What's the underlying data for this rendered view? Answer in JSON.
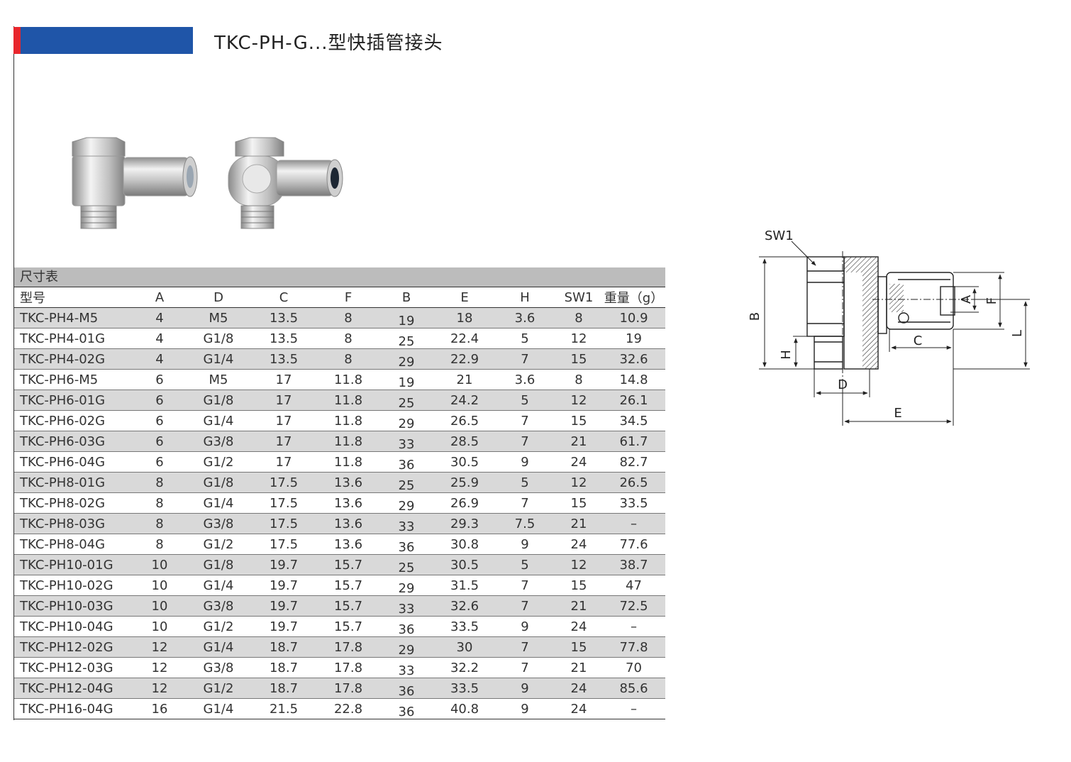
{
  "header": {
    "title": "TKC-PH-G...型快插管接头"
  },
  "table": {
    "caption": "尺寸表",
    "columns": [
      "型号",
      "A",
      "D",
      "C",
      "F",
      "B",
      "E",
      "H",
      "SW1",
      "重量（g）"
    ],
    "rows": [
      [
        "TKC-PH4-M5",
        "4",
        "M5",
        "13.5",
        "8",
        "19",
        "18",
        "3.6",
        "8",
        "10.9"
      ],
      [
        "TKC-PH4-01G",
        "4",
        "G1/8",
        "13.5",
        "8",
        "25",
        "22.4",
        "5",
        "12",
        "19"
      ],
      [
        "TKC-PH4-02G",
        "4",
        "G1/4",
        "13.5",
        "8",
        "29",
        "22.9",
        "7",
        "15",
        "32.6"
      ],
      [
        "TKC-PH6-M5",
        "6",
        "M5",
        "17",
        "11.8",
        "19",
        "21",
        "3.6",
        "8",
        "14.8"
      ],
      [
        "TKC-PH6-01G",
        "6",
        "G1/8",
        "17",
        "11.8",
        "25",
        "24.2",
        "5",
        "12",
        "26.1"
      ],
      [
        "TKC-PH6-02G",
        "6",
        "G1/4",
        "17",
        "11.8",
        "29",
        "26.5",
        "7",
        "15",
        "34.5"
      ],
      [
        "TKC-PH6-03G",
        "6",
        "G3/8",
        "17",
        "11.8",
        "33",
        "28.5",
        "7",
        "21",
        "61.7"
      ],
      [
        "TKC-PH6-04G",
        "6",
        "G1/2",
        "17",
        "11.8",
        "36",
        "30.5",
        "9",
        "24",
        "82.7"
      ],
      [
        "TKC-PH8-01G",
        "8",
        "G1/8",
        "17.5",
        "13.6",
        "25",
        "25.9",
        "5",
        "12",
        "26.5"
      ],
      [
        "TKC-PH8-02G",
        "8",
        "G1/4",
        "17.5",
        "13.6",
        "29",
        "26.9",
        "7",
        "15",
        "33.5"
      ],
      [
        "TKC-PH8-03G",
        "8",
        "G3/8",
        "17.5",
        "13.6",
        "33",
        "29.3",
        "7.5",
        "21",
        "–"
      ],
      [
        "TKC-PH8-04G",
        "8",
        "G1/2",
        "17.5",
        "13.6",
        "36",
        "30.8",
        "9",
        "24",
        "77.6"
      ],
      [
        "TKC-PH10-01G",
        "10",
        "G1/8",
        "19.7",
        "15.7",
        "25",
        "30.5",
        "5",
        "12",
        "38.7"
      ],
      [
        "TKC-PH10-02G",
        "10",
        "G1/4",
        "19.7",
        "15.7",
        "29",
        "31.5",
        "7",
        "15",
        "47"
      ],
      [
        "TKC-PH10-03G",
        "10",
        "G3/8",
        "19.7",
        "15.7",
        "33",
        "32.6",
        "7",
        "21",
        "72.5"
      ],
      [
        "TKC-PH10-04G",
        "10",
        "G1/2",
        "19.7",
        "15.7",
        "36",
        "33.5",
        "9",
        "24",
        "–"
      ],
      [
        "TKC-PH12-02G",
        "12",
        "G1/4",
        "18.7",
        "17.8",
        "29",
        "30",
        "7",
        "15",
        "77.8"
      ],
      [
        "TKC-PH12-03G",
        "12",
        "G3/8",
        "18.7",
        "17.8",
        "33",
        "32.2",
        "7",
        "21",
        "70"
      ],
      [
        "TKC-PH12-04G",
        "12",
        "G1/2",
        "18.7",
        "17.8",
        "36",
        "33.5",
        "9",
        "24",
        "85.6"
      ],
      [
        "TKC-PH16-04G",
        "16",
        "G1/4",
        "21.5",
        "22.8",
        "36",
        "40.8",
        "9",
        "24",
        "–"
      ]
    ]
  },
  "drawing": {
    "labels": {
      "sw1": "SW1",
      "b": "B",
      "h": "H",
      "d": "D",
      "c": "C",
      "e": "E",
      "a": "A",
      "f": "F",
      "l": "L"
    }
  },
  "colors": {
    "accent_red": "#e8262d",
    "accent_blue": "#1f55a8",
    "row_shade": "#d9d9d9",
    "caption_bg": "#bcbcbc"
  }
}
